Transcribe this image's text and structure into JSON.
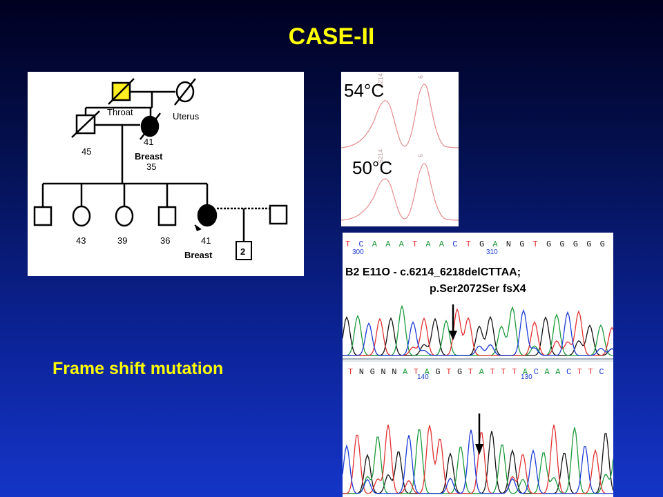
{
  "slide": {
    "title": "CASE-II",
    "caption": "Frame shift mutation"
  },
  "pedigree": {
    "labels": {
      "throat": "Throat",
      "uterus": "Uterus",
      "age_45": "45",
      "age_41_mother": "41",
      "breast_mother": "Breast",
      "age_35": "35",
      "age_43": "43",
      "age_39": "39",
      "age_36": "36",
      "age_41_proband": "41",
      "breast_proband": "Breast",
      "offspring_count": "2"
    },
    "colors": {
      "affected_throat": "#ffee22",
      "affected": "#000000"
    }
  },
  "temperature_panel": {
    "label_top": "54°C",
    "label_bottom": "50°C"
  },
  "sequencing": {
    "top_bases": "TCAAATAACTGANGTGGGGG",
    "top_positions": [
      "300",
      "310"
    ],
    "mutation_line1": "B2 E11O - c.6214_6218delCTTAA;",
    "mutation_line2": "p.Ser2072Ser fsX4",
    "bottom_bases": "TNGNNATAGTGTATTTACAACTTC",
    "bottom_positions": [
      "140",
      "130"
    ],
    "colors": {
      "A": "#1a9a3a",
      "C": "#1a3ad8",
      "G": "#111111",
      "T": "#e23030"
    }
  }
}
